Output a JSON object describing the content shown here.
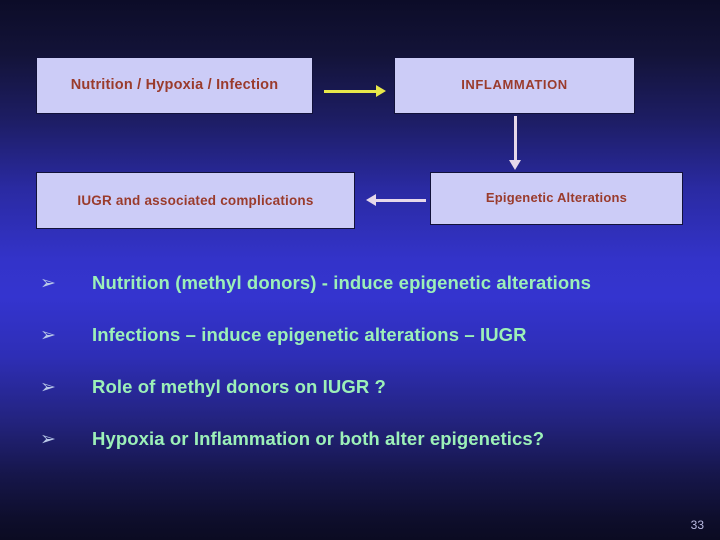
{
  "slide": {
    "page_number": "33",
    "background": {
      "top_color": "#0c0c28",
      "mid_color": "#3434cf",
      "bottom_color": "#0b0b22"
    }
  },
  "diagram": {
    "box_text_color": "#9a3b2c",
    "box_fill_color": "#ccccf7",
    "boxes": [
      {
        "id": "nutrition",
        "label": "Nutrition / Hypoxia / Infection"
      },
      {
        "id": "inflammation",
        "label": "INFLAMMATION"
      },
      {
        "id": "iugr",
        "label": "IUGR and associated complications"
      },
      {
        "id": "epigenetic",
        "label": "Epigenetic Alterations"
      }
    ],
    "arrows": [
      {
        "id": "nutrition-to-inflammation",
        "direction": "right",
        "color": "#e8e84a"
      },
      {
        "id": "inflammation-to-epigenetic",
        "direction": "down",
        "color": "#e6d8ea"
      },
      {
        "id": "epigenetic-to-iugr",
        "direction": "left",
        "color": "#e6d8ea"
      }
    ]
  },
  "bullets": {
    "marker": "➢",
    "text_color": "#9cf0b8",
    "items": [
      {
        "text": "Nutrition (methyl  donors) - induce epigenetic alterations"
      },
      {
        "text": "Infections – induce epigenetic alterations – IUGR"
      },
      {
        "text": "Role of methyl donors on IUGR ?"
      },
      {
        "text": "Hypoxia or Inflammation or both alter epigenetics?"
      }
    ]
  }
}
